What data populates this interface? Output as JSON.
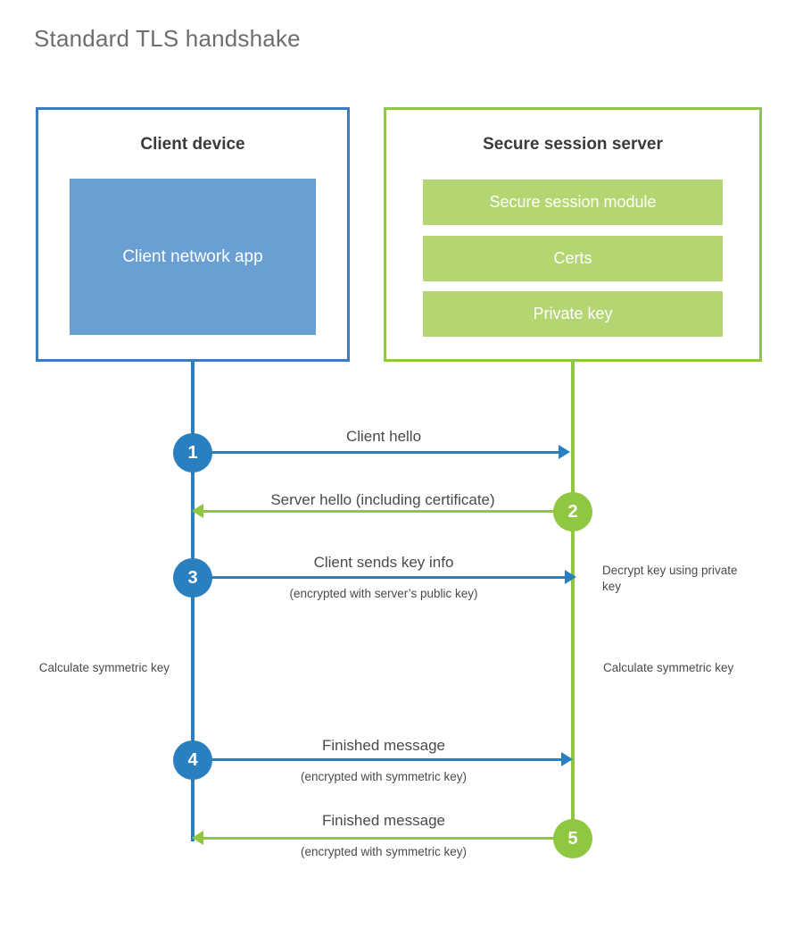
{
  "title": "Standard TLS handshake",
  "colors": {
    "client_accent": "#2a7fc1",
    "client_border": "#3b7cbf",
    "client_app_fill": "#6a9fd4",
    "server_accent": "#8fc740",
    "server_module_fill": "#b3d673",
    "text": "#4a4a4a",
    "title_text": "#6d6e71"
  },
  "entities": {
    "client": {
      "title": "Client device",
      "block_label": "Client network app"
    },
    "server": {
      "title": "Secure session server",
      "modules": [
        {
          "label": "Secure session module"
        },
        {
          "label": "Certs"
        },
        {
          "label": "Private key"
        }
      ]
    }
  },
  "messages": [
    {
      "number": "1",
      "label": "Client hello",
      "sublabel": "",
      "direction": "client-to-server",
      "color": "#2a7fc1"
    },
    {
      "number": "2",
      "label": "Server hello (including certificate)",
      "sublabel": "",
      "direction": "server-to-client",
      "color": "#8fc740"
    },
    {
      "number": "3",
      "label": "Client sends key info",
      "sublabel": "(encrypted with server’s public key)",
      "direction": "client-to-server",
      "color": "#2a7fc1"
    },
    {
      "number": "4",
      "label": "Finished message",
      "sublabel": "(encrypted with symmetric key)",
      "direction": "client-to-server",
      "color": "#2a7fc1"
    },
    {
      "number": "5",
      "label": "Finished message",
      "sublabel": "(encrypted with symmetric key)",
      "direction": "server-to-client",
      "color": "#8fc740"
    }
  ],
  "annotations": {
    "decrypt_key": "Decrypt key using private key",
    "client_calculate": "Calculate symmetric key",
    "server_calculate": "Calculate symmetric key"
  }
}
